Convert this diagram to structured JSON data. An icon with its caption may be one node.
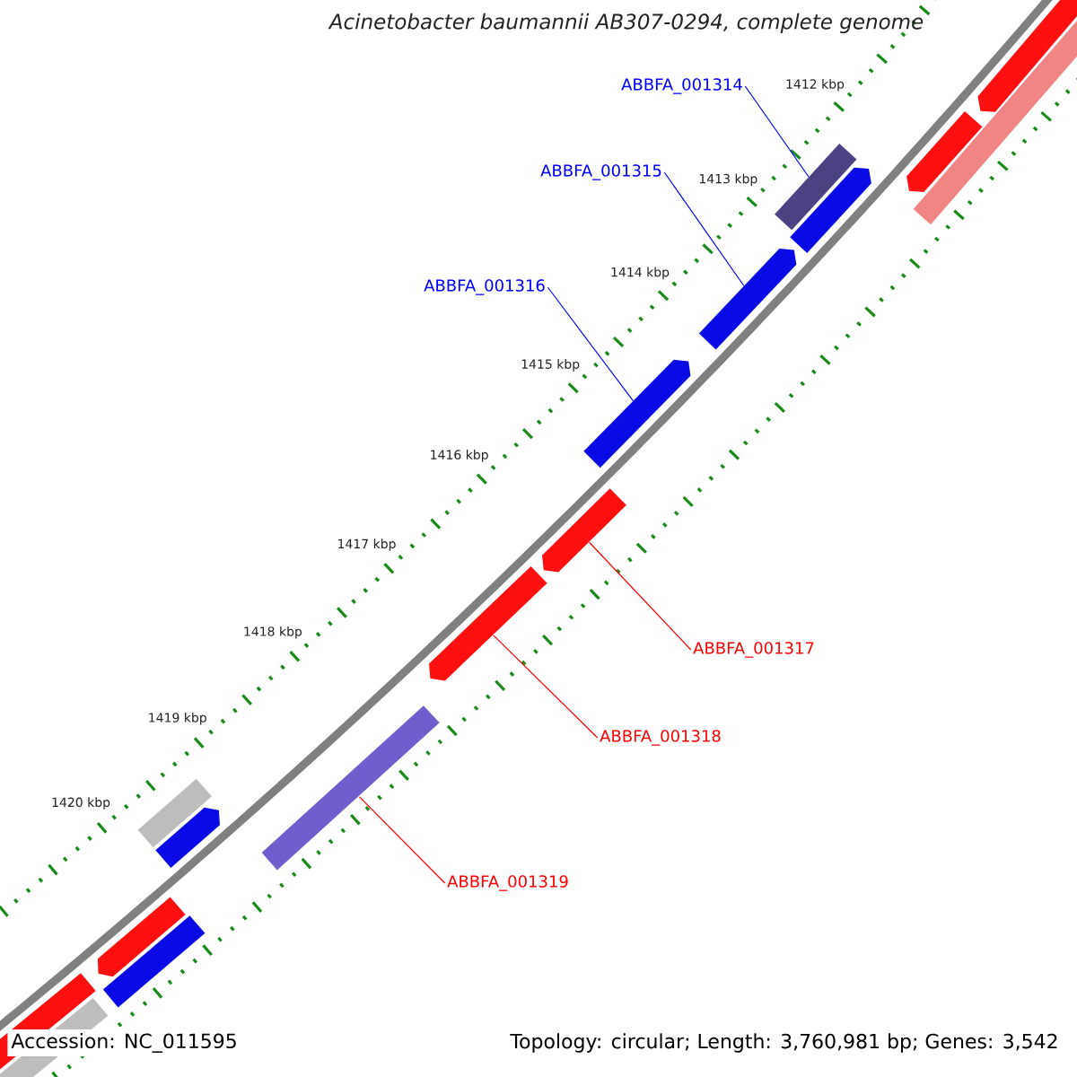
{
  "diagram": {
    "title": "Acinetobacter baumannii AB307-0294, complete genome",
    "nodes": [
      {
        "text": [
          "ABBFA_001314"
        ]
      },
      {
        "text": [
          "ABBFA_001315"
        ]
      },
      {
        "text": [
          "ABBFA_001316"
        ]
      },
      {
        "text": [
          "ABBFA_001317"
        ]
      },
      {
        "text": [
          "ABBFA_001318"
        ]
      },
      {
        "text": [
          "ABBFA_001319"
        ]
      },
      {
        "text": [],
        "shape": "arrow"
      },
      {
        "text": [],
        "shape": "bar"
      },
      {
        "text": [],
        "shape": "arrow"
      },
      {
        "text": [],
        "shape": "arrow"
      },
      {
        "text": [],
        "shape": "bar"
      },
      {
        "text": [],
        "shape": "arrow"
      },
      {
        "text": [],
        "shape": "arrow"
      },
      {
        "text": [],
        "shape": "arrow"
      },
      {
        "text": [],
        "shape": "arrow"
      },
      {
        "text": [],
        "shape": "bar"
      },
      {
        "text": [],
        "shape": "bar"
      },
      {
        "text": [],
        "shape": "arrow"
      },
      {
        "text": [],
        "shape": "bar"
      },
      {
        "text": [],
        "shape": "arrow"
      },
      {
        "text": [],
        "shape": "arrow"
      },
      {
        "text": [],
        "shape": "bar"
      }
    ],
    "edges": [
      {
        "from": 0,
        "to": 10,
        "arrow": "none",
        "color": "#0000ff"
      },
      {
        "from": 1,
        "to": 11,
        "arrow": "none",
        "color": "#0000ff"
      },
      {
        "from": 2,
        "to": 12,
        "arrow": "none",
        "color": "#0000ff"
      },
      {
        "from": 3,
        "to": 13,
        "arrow": "none",
        "color": "#ff0000"
      },
      {
        "from": 4,
        "to": 14,
        "arrow": "none",
        "color": "#ff0000"
      },
      {
        "from": 5,
        "to": 15,
        "arrow": "none",
        "color": "#ff0000"
      }
    ],
    "labels": [
      "1412 kbp",
      "1413 kbp",
      "1414 kbp",
      "1415 kbp",
      "1416 kbp",
      "1417 kbp",
      "1418 kbp",
      "1419 kbp",
      "1420 kbp",
      "Accession: NC_011595",
      "Topology: circular; Length: 3,760,981 bp; Genes: 3,542"
    ]
  }
}
